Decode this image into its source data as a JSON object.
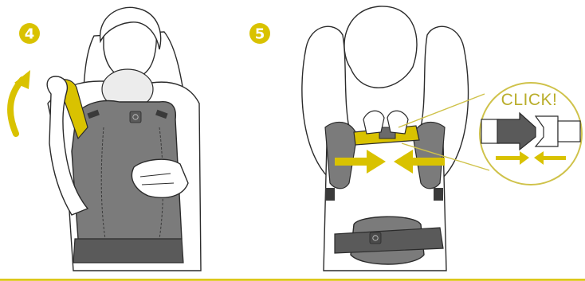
{
  "steps": [
    {
      "number": "4"
    },
    {
      "number": "5"
    }
  ],
  "callout": {
    "text": "CLICK!"
  },
  "colors": {
    "accent": "#d9c200",
    "carrier": "#7b7b7b",
    "carrier_dark": "#5a5a5a",
    "line": "#2b2b2b",
    "callout_ring": "#cfc24a"
  },
  "icons": [
    "curved-up-arrow-icon",
    "arrow-right-icon",
    "arrow-left-icon"
  ]
}
